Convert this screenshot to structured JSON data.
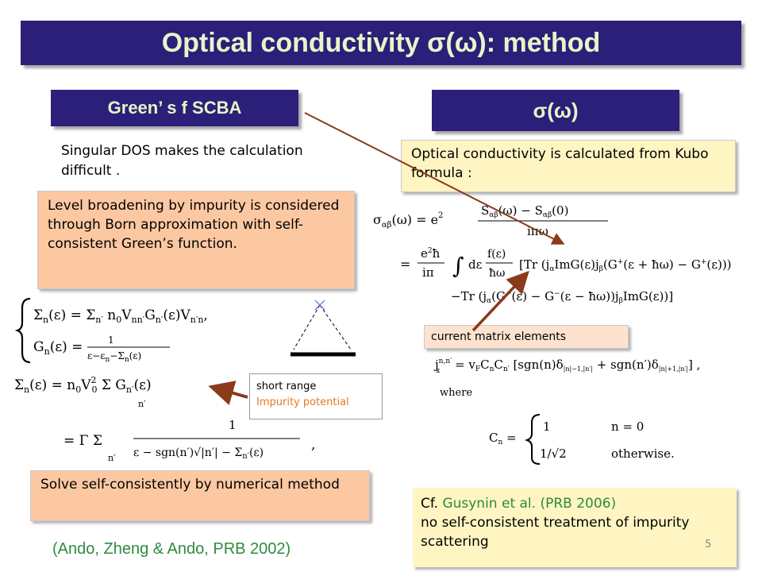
{
  "title": "Optical conductivity σ(ω): method",
  "left": {
    "header": "Green’ s f  SCBA",
    "intro": "Singular DOS makes the calculation difficult .",
    "born_box": " Level broadening by impurity is considered through Born approximation with self-consistent Green’s function.",
    "short_range_line1": "short range",
    "short_range_line2": "Impurity potential",
    "solve_box": "Solve self-consistently by numerical method",
    "citation": "(Ando, Zheng & Ando, PRB 2002)"
  },
  "right": {
    "header": "σ(ω)",
    "kubo_box": "Optical conductivity is calculated from Kubo formula :",
    "current_label": "current matrix elements",
    "where": "where",
    "cf_prefix": "Cf. ",
    "cf_authors": "Gusynin et al.",
    "cf_ref": " (PRB 2006)",
    "cf_note": " no self-consistent treatment of impurity scattering"
  },
  "page_number": "5",
  "colors": {
    "title_bg": "#2b1f7a",
    "title_text": "#e6f5c8",
    "arrow": "#8b3a1a",
    "cite_green": "#2e8b3e",
    "orange_box": "#fbc8a2",
    "yellow_box": "#fff5c2"
  }
}
